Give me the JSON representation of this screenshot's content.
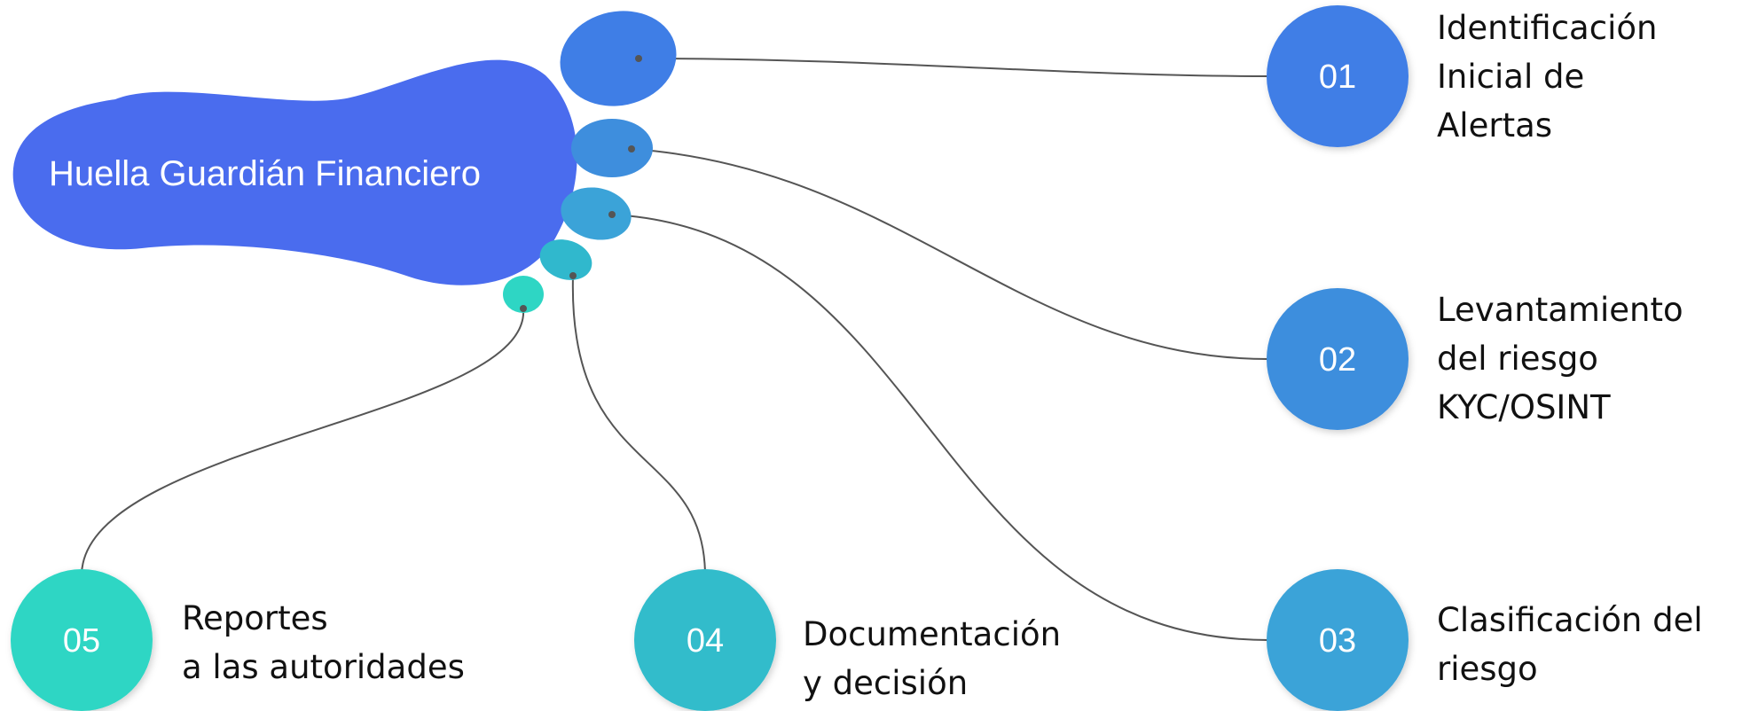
{
  "title": "Huella Guardián Financiero",
  "colors": {
    "foot": "#4A6CEE",
    "toe1": "#3F7EE6",
    "toe2": "#3E8EDD",
    "toe3": "#3BA3D8",
    "toe4": "#30B8CD",
    "toe5": "#2ED6C4",
    "connector": "#555555",
    "label_text": "#111111"
  },
  "steps": [
    {
      "number": "01",
      "lines": [
        "Identificación",
        "Inicial de",
        "Alertas"
      ],
      "color": "#3F7EE6"
    },
    {
      "number": "02",
      "lines": [
        "Levantamiento",
        "del riesgo",
        "KYC/OSINT"
      ],
      "color": "#3E8EDD"
    },
    {
      "number": "03",
      "lines": [
        "Clasificación del",
        "riesgo"
      ],
      "color": "#3BA3D8"
    },
    {
      "number": "04",
      "lines": [
        "Documentación",
        "y decisión"
      ],
      "color": "#30BCCB"
    },
    {
      "number": "05",
      "lines": [
        "Reportes",
        "a las autoridades"
      ],
      "color": "#2ED6C4"
    }
  ]
}
